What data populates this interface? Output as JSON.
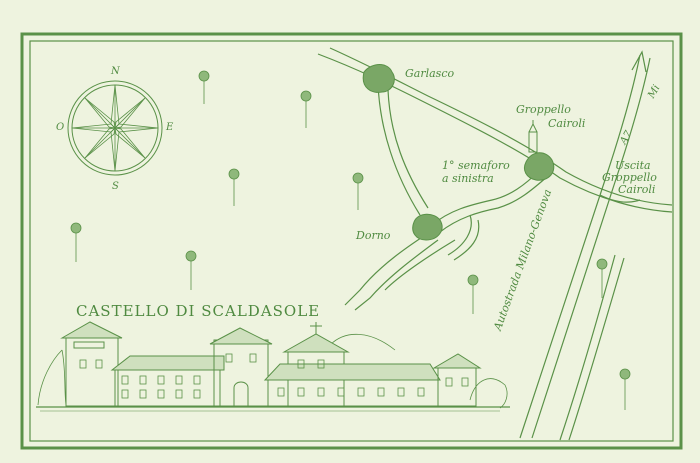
{
  "map": {
    "title": "CASTELLO DI SCALDASOLE",
    "compass": {
      "north": "N",
      "south": "S",
      "east": "E",
      "west": "O"
    },
    "places": {
      "garlasco": "Garlasco",
      "groppello_line1": "Groppello",
      "groppello_line2": "Cairoli",
      "dorno": "Dorno"
    },
    "directions": {
      "semaforo_line1": "1° semaforo",
      "semaforo_line2": "a sinistra",
      "uscita_line1": "Uscita",
      "uscita_line2": "Groppello",
      "uscita_line3": "Cairoli"
    },
    "roads": {
      "autostrada": "Autostrada Milano-Genova",
      "route_a": "A7",
      "route_mi": "Mi"
    },
    "colors": {
      "ink": "#5a9148",
      "paper": "#eef3df"
    }
  }
}
